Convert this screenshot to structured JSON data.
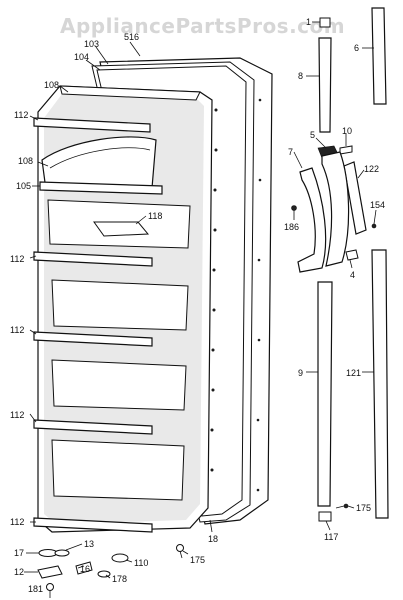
{
  "watermark": "AppliancePartsPros.com",
  "callouts": {
    "c1": "1",
    "c6": "6",
    "c8": "8",
    "c5": "5",
    "c10": "10",
    "c7": "7",
    "c122": "122",
    "c154": "154",
    "c186": "186",
    "c4": "4",
    "c9": "9",
    "c121": "121",
    "c175a": "175",
    "c117": "117",
    "c175b": "175",
    "c516": "516",
    "c103": "103",
    "c104": "104",
    "c108a": "108",
    "c112a": "112",
    "c108b": "108",
    "c105": "105",
    "c118": "118",
    "c112b": "112",
    "c112c": "112",
    "c112d": "112",
    "c112e": "112",
    "c13": "13",
    "c17": "17",
    "c16": "16",
    "c110": "110",
    "c12": "12",
    "c178": "178",
    "c18": "18",
    "c181": "181"
  }
}
